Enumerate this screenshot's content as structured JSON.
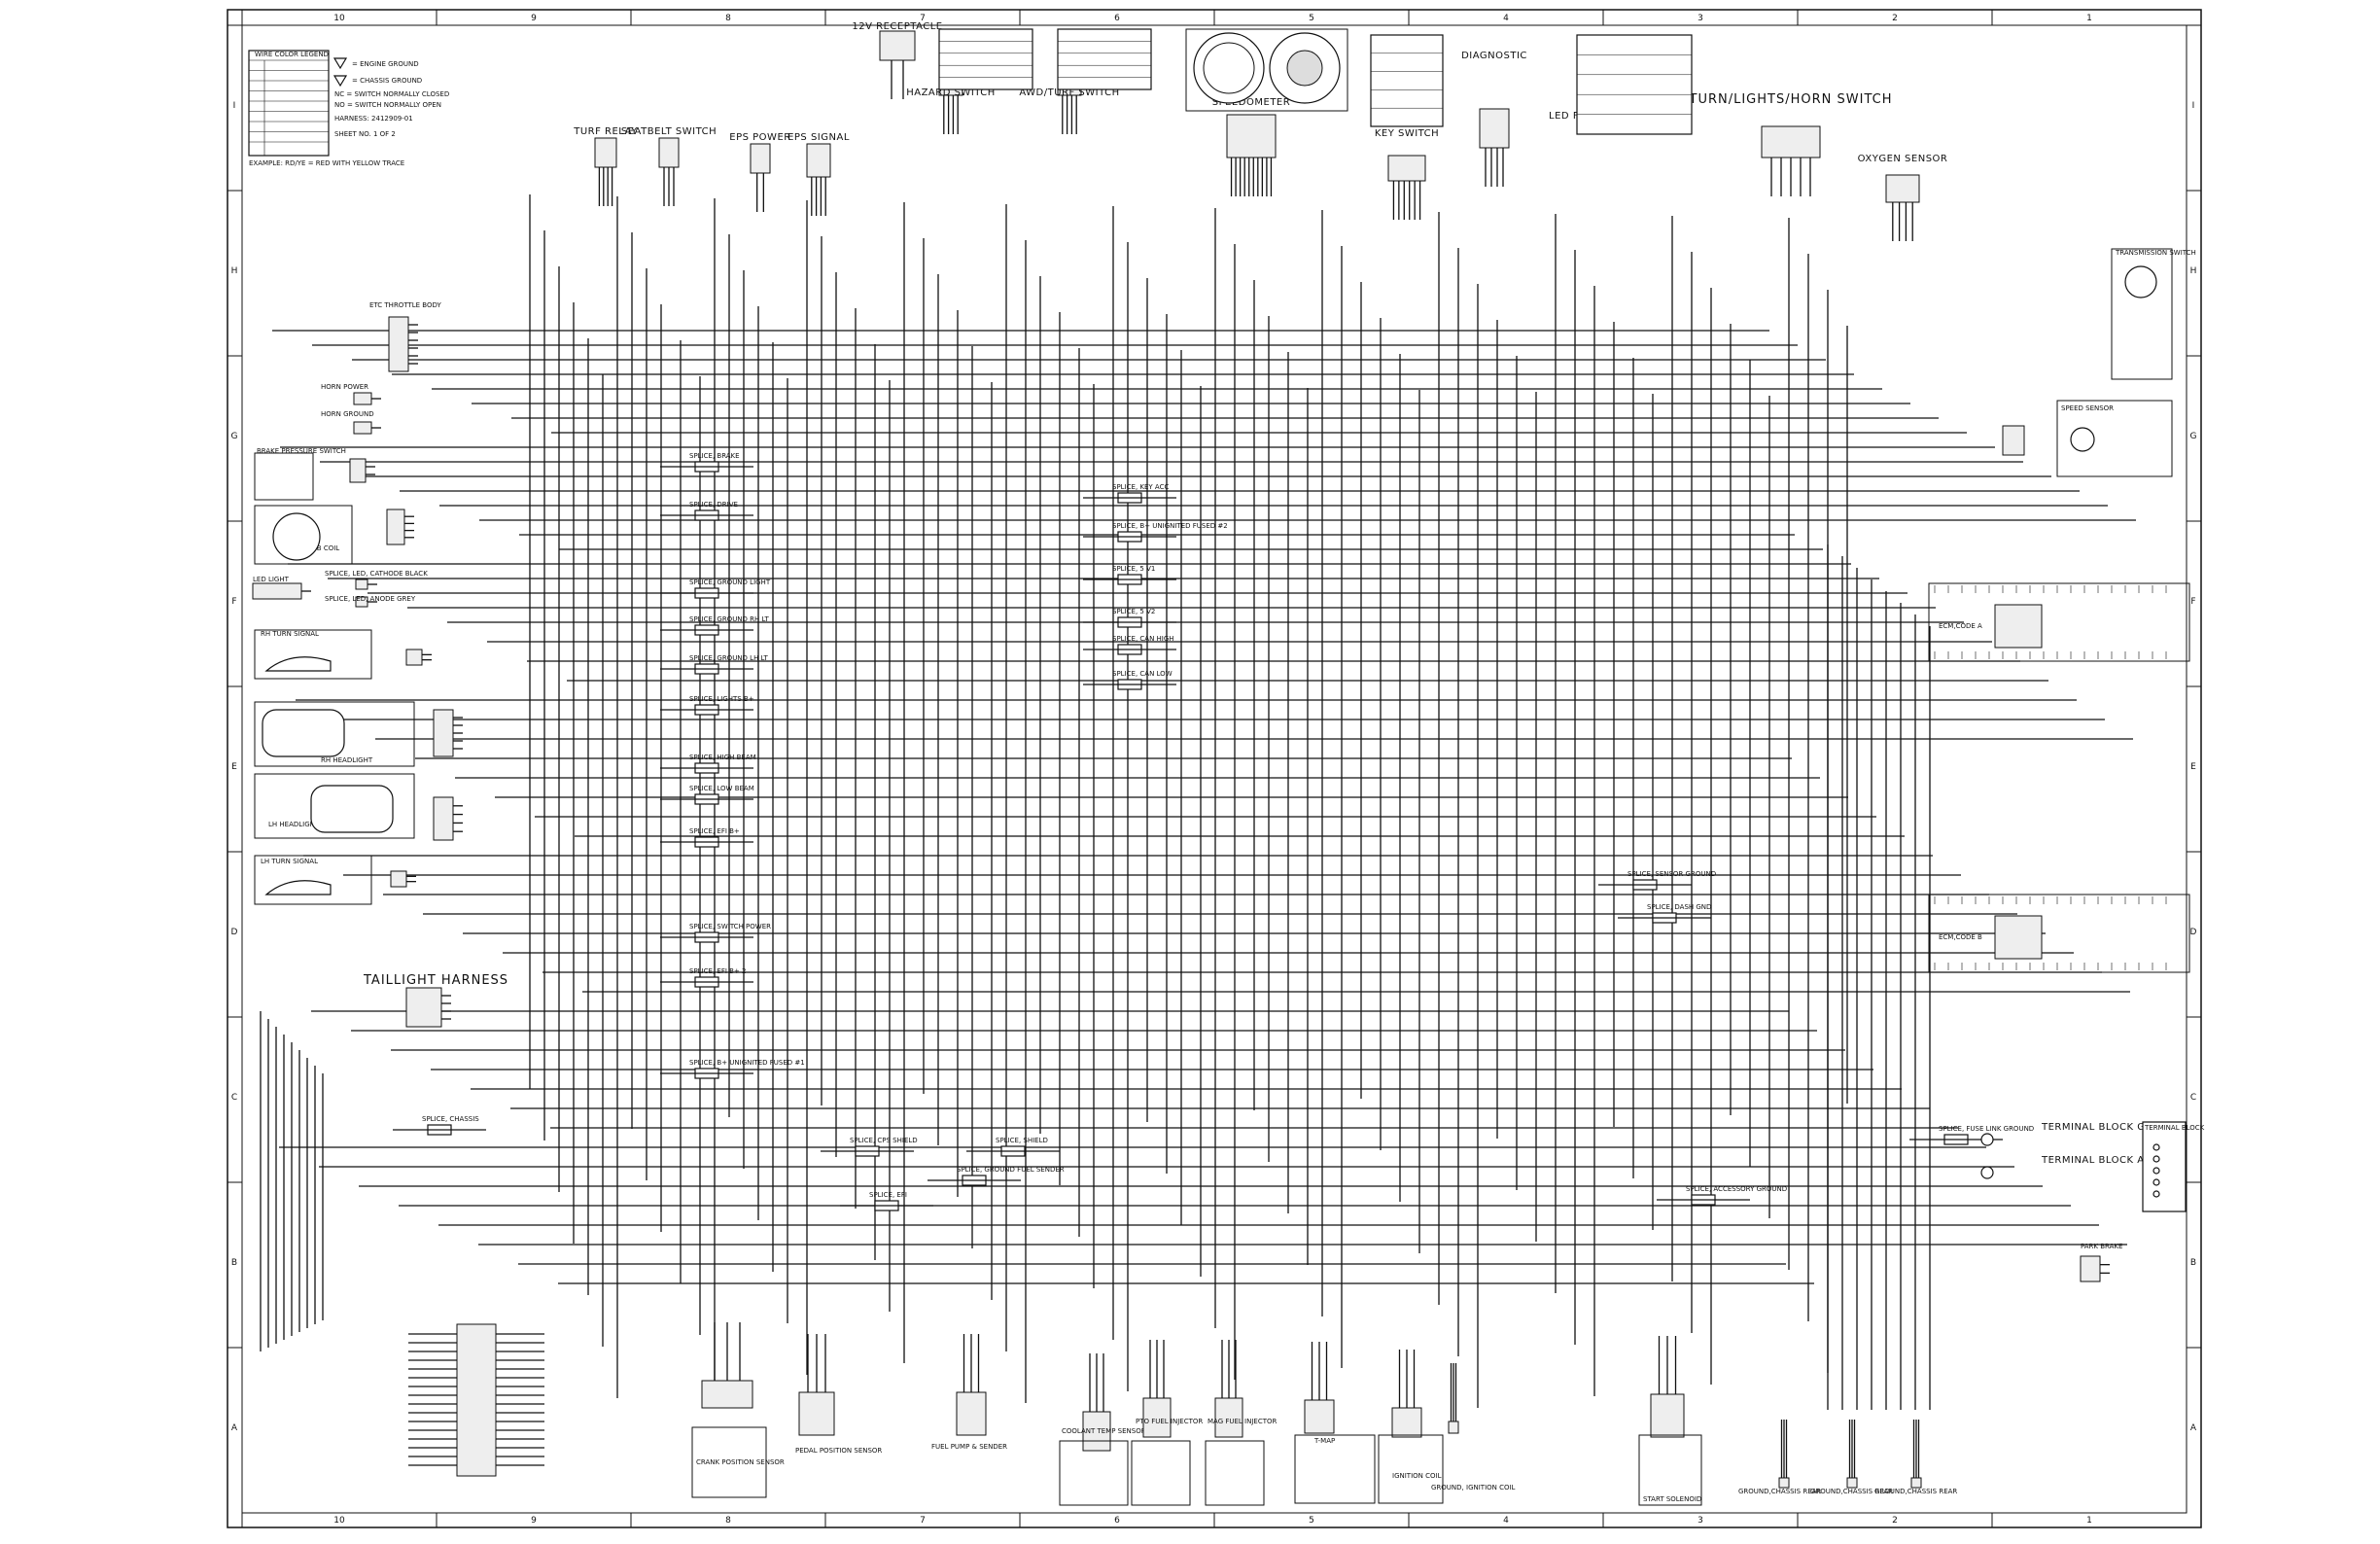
{
  "sheet": {
    "columns": [
      "10",
      "9",
      "8",
      "7",
      "6",
      "5",
      "4",
      "3",
      "2",
      "1"
    ],
    "rows": [
      "I",
      "H",
      "G",
      "F",
      "E",
      "D",
      "C",
      "B",
      "A"
    ],
    "sheet_no": "SHEET NO. 1 OF 2",
    "harness": "HARNESS: 2412909-01"
  },
  "legend": {
    "title": "WIRE COLOR LEGEND",
    "ground_engine": "= ENGINE GROUND",
    "ground_chassis": "= CHASSIS GROUND",
    "nc_switch": "NC = SWITCH NORMALLY CLOSED",
    "no_switch": "NO = SWITCH NORMALLY OPEN",
    "note": "EXAMPLE: RD/YE = RED WITH YELLOW TRACE"
  },
  "top_components": [
    {
      "id": "turf-relay",
      "label": "TURF RELAY"
    },
    {
      "id": "seatbelt-switch",
      "label": "SEATBELT SWITCH"
    },
    {
      "id": "eps-power",
      "label": "EPS POWER"
    },
    {
      "id": "eps-signal",
      "label": "EPS SIGNAL"
    },
    {
      "id": "dc-receptacle",
      "label": "12V RECEPTACLE"
    },
    {
      "id": "hazard-switch",
      "label": "HAZARD SWITCH"
    },
    {
      "id": "awd-turf-switch",
      "label": "AWD/TURF SWITCH"
    },
    {
      "id": "speedometer",
      "label": "SPEEDOMETER"
    },
    {
      "id": "key-switch",
      "label": "KEY SWITCH"
    },
    {
      "id": "diagnostic",
      "label": "DIAGNOSTIC"
    },
    {
      "id": "flasher-module",
      "label": "LED FLASHER MODULE"
    },
    {
      "id": "turn-lights-horn-switch",
      "label": "TURN/LIGHTS/HORN SWITCH"
    },
    {
      "id": "oxygen-sensor",
      "label": "OXYGEN SENSOR"
    }
  ],
  "left_components": [
    {
      "id": "throttle-body",
      "label": "ETC THROTTLE BODY"
    },
    {
      "id": "horn-power",
      "label": "HORN POWER"
    },
    {
      "id": "horn-ground",
      "label": "HORN GROUND"
    },
    {
      "id": "brake-pressure-switch",
      "label": "BRAKE PRESSURE SWITCH"
    },
    {
      "id": "ignition-coil",
      "label": "AWD BIB COIL"
    },
    {
      "id": "led-cathode",
      "label": "SPLICE, LED, CATHODE BLACK"
    },
    {
      "id": "led-light",
      "label": "LED LIGHT"
    },
    {
      "id": "led-anode",
      "label": "SPLICE, LED, ANODE GREY"
    },
    {
      "id": "rh-turn-signal",
      "label": "RH TURN SIGNAL"
    },
    {
      "id": "rh-headlight",
      "label": "RH HEADLIGHT"
    },
    {
      "id": "lh-headlight",
      "label": "LH HEADLIGHT"
    },
    {
      "id": "lh-turn-signal",
      "label": "LH TURN SIGNAL"
    },
    {
      "id": "taillight-harness",
      "label": "TAILLIGHT HARNESS"
    }
  ],
  "splices": [
    {
      "id": "splice-brake",
      "label": "SPLICE, BRAKE"
    },
    {
      "id": "splice-drive",
      "label": "SPLICE, DRIVE"
    },
    {
      "id": "splice-ground-light",
      "label": "SPLICE, GROUND LIGHT"
    },
    {
      "id": "splice-ground-rh-lt",
      "label": "SPLICE, GROUND RH LT"
    },
    {
      "id": "splice-ground-lh-lt",
      "label": "SPLICE, GROUND LH LT"
    },
    {
      "id": "splice-lights-b",
      "label": "SPLICE, LIGHTS B+"
    },
    {
      "id": "splice-high-beam",
      "label": "SPLICE, HIGH BEAM"
    },
    {
      "id": "splice-low-beam",
      "label": "SPLICE, LOW BEAM"
    },
    {
      "id": "splice-efi-b",
      "label": "SPLICE, EFI B+"
    },
    {
      "id": "splice-switch-power",
      "label": "SPLICE, SWITCH POWER"
    },
    {
      "id": "splice-efi-b2",
      "label": "SPLICE, EFI B+ 2"
    },
    {
      "id": "splice-unignited-fused",
      "label": "SPLICE, B+ UNIGNITED FUSED #1"
    },
    {
      "id": "splice-chassis",
      "label": "SPLICE, CHASSIS"
    },
    {
      "id": "splice-key-acc",
      "label": "SPLICE, KEY ACC"
    },
    {
      "id": "splice-b-unignited-2",
      "label": "SPLICE, B+ UNIGNITED FUSED #2"
    },
    {
      "id": "splice-5v-1",
      "label": "SPLICE, 5 V1"
    },
    {
      "id": "splice-5v-2",
      "label": "SPLICE, 5 V2"
    },
    {
      "id": "splice-can-high",
      "label": "SPLICE, CAN HIGH"
    },
    {
      "id": "splice-can-low",
      "label": "SPLICE, CAN LOW"
    },
    {
      "id": "splice-cps-shield",
      "label": "SPLICE, CPS SHIELD"
    },
    {
      "id": "splice-shield",
      "label": "SPLICE, SHIELD"
    },
    {
      "id": "splice-ground-fuel",
      "label": "SPLICE, GROUND FUEL SENDER"
    },
    {
      "id": "splice-efi",
      "label": "SPLICE, EFI"
    },
    {
      "id": "splice-sensor-ground",
      "label": "SPLICE, SENSOR GROUND"
    },
    {
      "id": "splice-dash-gnd",
      "label": "SPLICE, DASH GND"
    },
    {
      "id": "splice-fuse-gnd",
      "label": "SPLICE, FUSE LINK GROUND"
    },
    {
      "id": "splice-accessory-ground",
      "label": "SPLICE, ACCESSORY GROUND"
    }
  ],
  "right_components": [
    {
      "id": "transmission-switch",
      "label": "TRANSMISSION SWITCH"
    },
    {
      "id": "speed-sensor",
      "label": "SPEED SENSOR"
    },
    {
      "id": "ecm-code-a",
      "label": "ECM,CODE A"
    },
    {
      "id": "ecm-code-b",
      "label": "ECM,CODE B"
    },
    {
      "id": "terminal-block-gnd",
      "label": "TERMINAL BLOCK GND"
    },
    {
      "id": "terminal-block-acc",
      "label": "TERMINAL BLOCK ACC"
    },
    {
      "id": "terminal-block",
      "label": "TERMINAL BLOCK"
    },
    {
      "id": "park-brake",
      "label": "PARK BRAKE"
    }
  ],
  "bottom_components": [
    {
      "id": "crank-position",
      "label": "CRANK POSITION SENSOR"
    },
    {
      "id": "pedal-position",
      "label": "PEDAL POSITION SENSOR"
    },
    {
      "id": "fuel-pump",
      "label": "FUEL PUMP & SENDER"
    },
    {
      "id": "coolant-temp",
      "label": "COOLANT TEMP SENSOR"
    },
    {
      "id": "pto-injector",
      "label": "PTO FUEL INJECTOR"
    },
    {
      "id": "mag-injector",
      "label": "MAG FUEL INJECTOR"
    },
    {
      "id": "tmap",
      "label": "T-MAP"
    },
    {
      "id": "ignition-coil-b",
      "label": "IGNITION COIL"
    },
    {
      "id": "ground-ignition-coil",
      "label": "GROUND, IGNITION COIL"
    },
    {
      "id": "start-solenoid",
      "label": "START SOLENOID"
    },
    {
      "id": "ground-chassis-rear",
      "label": "GROUND,CHASSIS REAR"
    },
    {
      "id": "ground-chassis-rear-2",
      "label": "GROUND,CHASSIS REAR"
    },
    {
      "id": "ground-chassis-rear-3",
      "label": "GROUND,CHASSIS REAR"
    }
  ]
}
